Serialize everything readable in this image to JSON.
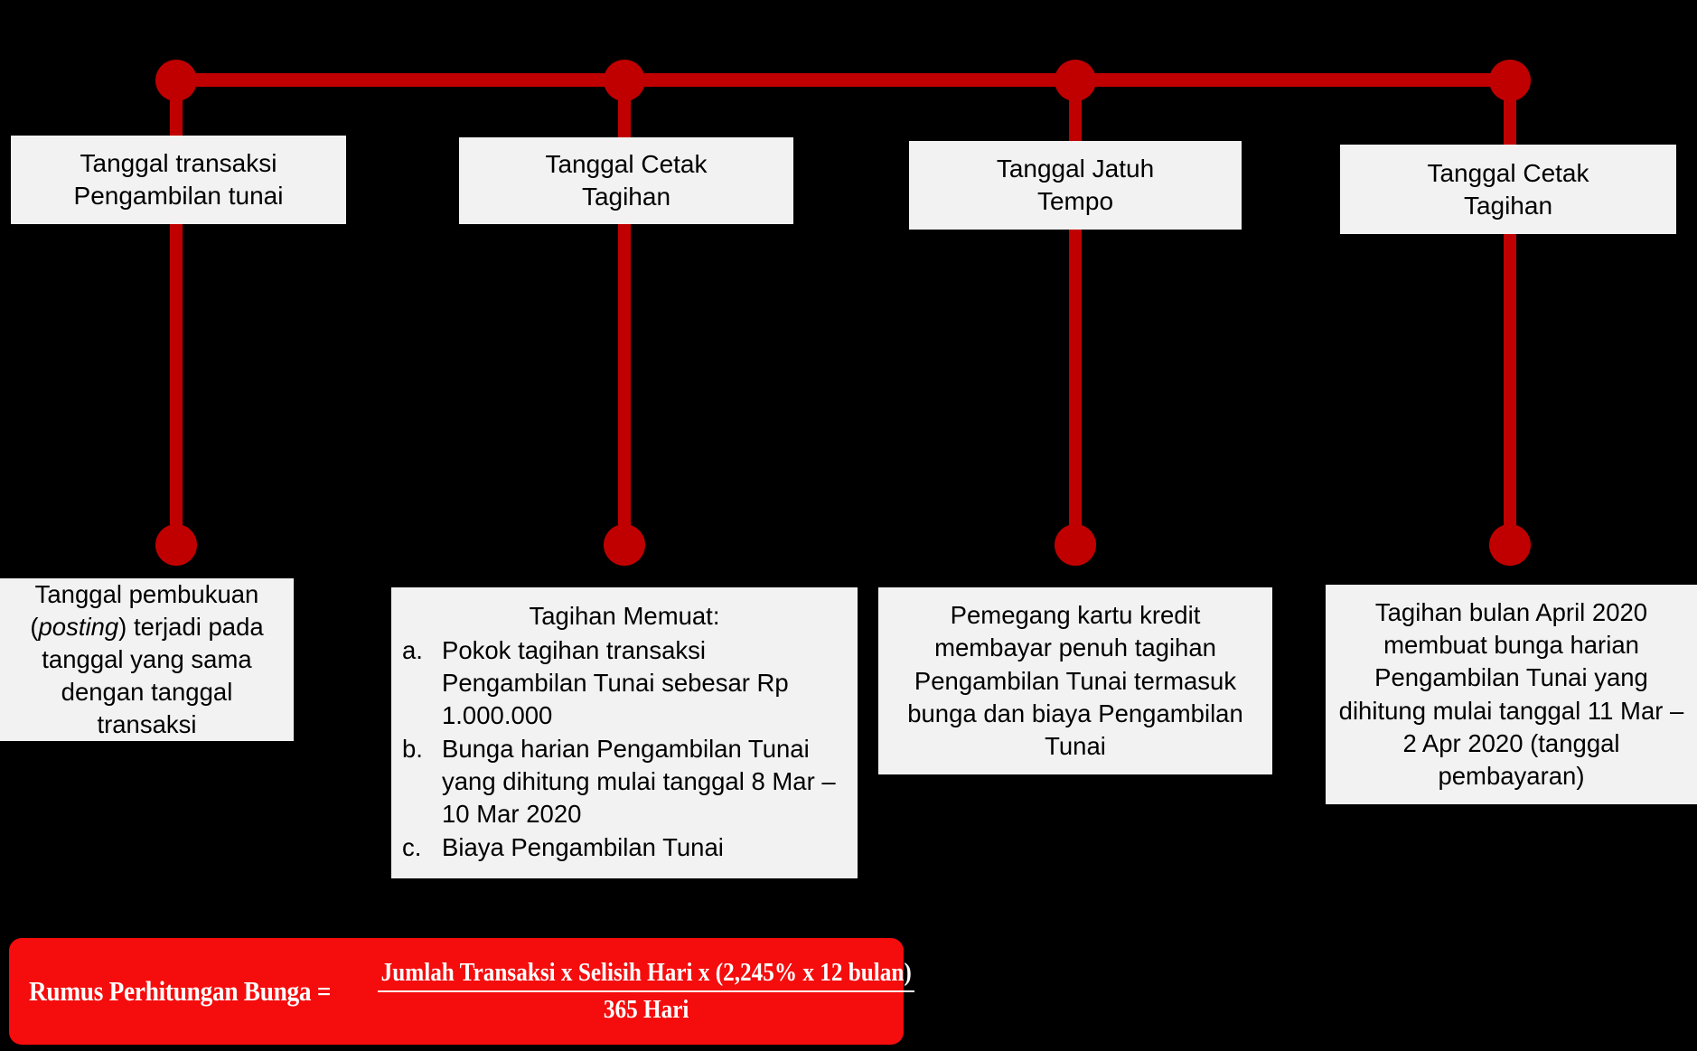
{
  "colors": {
    "rail": "#C00000",
    "box_fill": "#F2F2F2",
    "banner": "#F50C0C",
    "background": "#000000",
    "text": "#000000",
    "banner_text": "#FFFFFF"
  },
  "timeline": {
    "milestones": [
      {
        "id": "transaction-date",
        "label": "Tanggal transaksi\nPengambilan tunai",
        "line1": "Tanggal transaksi",
        "line2": "Pengambilan tunai"
      },
      {
        "id": "statement-print-date-1",
        "label": "Tanggal Cetak\nTagihan",
        "line1": "Tanggal Cetak",
        "line2": "Tagihan"
      },
      {
        "id": "due-date",
        "label": "Tanggal Jatuh\nTempo",
        "line1": "Tanggal Jatuh",
        "line2": "Tempo"
      },
      {
        "id": "statement-print-date-2",
        "label": "Tanggal Cetak\nTagihan",
        "line1": "Tanggal Cetak",
        "line2": "Tagihan"
      }
    ]
  },
  "descriptions": [
    {
      "id": "posting-date",
      "type": "paragraph",
      "text_before_italic": "Tanggal pembukuan (",
      "italic_word": "posting",
      "text_after_italic": ") terjadi pada tanggal yang sama dengan tanggal transaksi"
    },
    {
      "id": "statement-contents",
      "type": "list",
      "heading": "Tagihan Memuat:",
      "items": [
        {
          "marker": "a.",
          "text": "Pokok tagihan transaksi Pengambilan Tunai sebesar Rp 1.000.000"
        },
        {
          "marker": "b.",
          "text": "Bunga harian Pengambilan Tunai yang dihitung mulai tanggal 8 Mar – 10 Mar 2020"
        },
        {
          "marker": "c.",
          "text": "Biaya Pengambilan Tunai"
        }
      ]
    },
    {
      "id": "full-payment",
      "type": "paragraph",
      "text": "Pemegang kartu kredit membayar penuh tagihan Pengambilan Tunai termasuk bunga dan biaya Pengambilan Tunai"
    },
    {
      "id": "april-statement",
      "type": "paragraph",
      "text": "Tagihan bulan April 2020 membuat bunga harian Pengambilan Tunai yang dihitung mulai tanggal 11 Mar – 2 Apr 2020 (tanggal pembayaran)"
    }
  ],
  "formula": {
    "label": "Rumus Perhitungan Bunga =",
    "numerator": "Jumlah Transaksi x Selisih Hari x (2,245% x 12 bulan)",
    "denominator": "365 Hari"
  }
}
